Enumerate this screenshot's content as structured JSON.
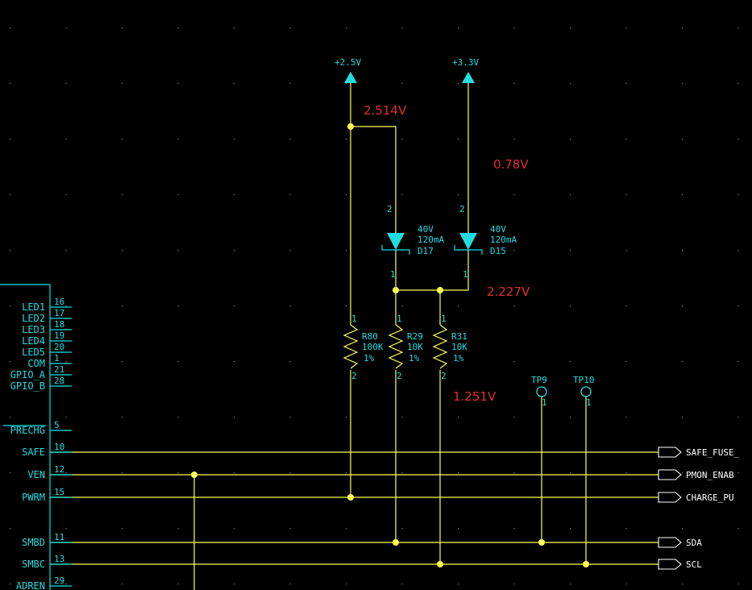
{
  "power_rails": [
    {
      "label": "+2.5V"
    },
    {
      "label": "+3.3V"
    }
  ],
  "measurements": [
    "2.514V",
    "0.78V",
    "2.227V",
    "1.251V"
  ],
  "diodes": [
    {
      "ref": "D17",
      "voltage": "40V",
      "current": "120mA",
      "pin_a": "2",
      "pin_c": "1"
    },
    {
      "ref": "D15",
      "voltage": "40V",
      "current": "120mA",
      "pin_a": "2",
      "pin_c": "1"
    }
  ],
  "resistors": [
    {
      "ref": "R80",
      "value": "100K",
      "tol": "1%",
      "pin1": "1",
      "pin2": "2"
    },
    {
      "ref": "R29",
      "value": "10K",
      "tol": "1%",
      "pin1": "1",
      "pin2": "2"
    },
    {
      "ref": "R31",
      "value": "10K",
      "tol": "1%",
      "pin1": "1",
      "pin2": "2"
    }
  ],
  "test_points": [
    {
      "ref": "TP9",
      "pin": "1"
    },
    {
      "ref": "TP10",
      "pin": "1"
    }
  ],
  "ic_pins": [
    {
      "name": "LED1",
      "num": "16"
    },
    {
      "name": "LED2",
      "num": "17"
    },
    {
      "name": "LED3",
      "num": "18"
    },
    {
      "name": "LED4",
      "num": "19"
    },
    {
      "name": "LED5",
      "num": "20"
    },
    {
      "name": "COM",
      "num": "1"
    },
    {
      "name": "GPIO_A",
      "num": "21"
    },
    {
      "name": "GPIO_B",
      "num": "28"
    },
    {
      "name": "PRECHG",
      "num": "5"
    },
    {
      "name": "SAFE",
      "num": "10"
    },
    {
      "name": "VEN",
      "num": "12"
    },
    {
      "name": "PWRM",
      "num": "15"
    },
    {
      "name": "SMBD",
      "num": "11"
    },
    {
      "name": "SMBC",
      "num": "13"
    },
    {
      "name": "ADREN",
      "num": "29"
    }
  ],
  "net_ports": [
    "SAFE_FUSE_",
    "PMON_ENAB",
    "CHARGE_PU",
    "SDA",
    "SCL"
  ],
  "colors": {
    "background": "#000000",
    "wire": "#ffff55",
    "symbol": "#22dde0",
    "measurement": "#e03030",
    "port_text": "#ffffff"
  }
}
